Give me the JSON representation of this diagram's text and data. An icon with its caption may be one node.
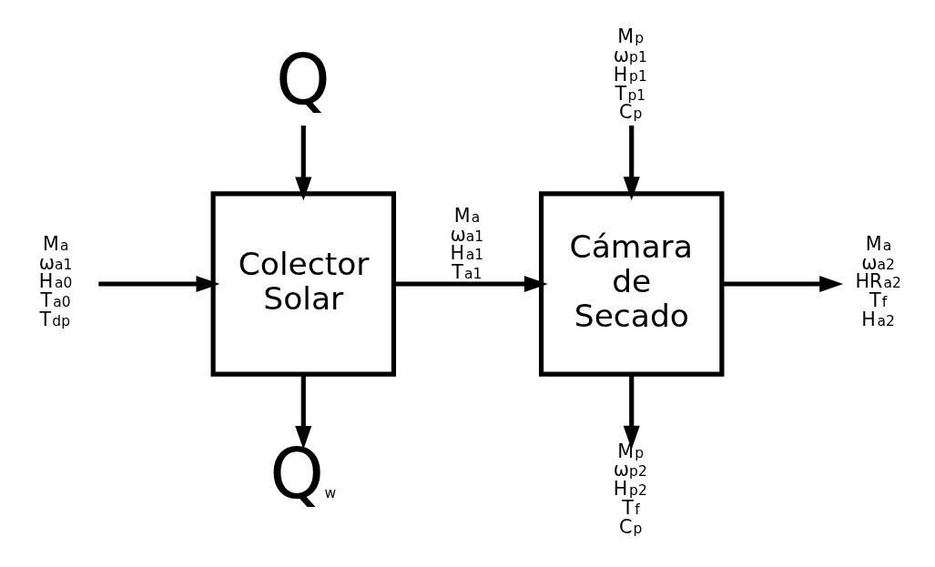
{
  "diagram": {
    "nodes": [
      {
        "text": [
          "Q"
        ]
      },
      {
        "text": [
          "Colector Solar"
        ]
      },
      {
        "text": [
          "Q$_{w}$"
        ]
      },
      {
        "text": [
          "M$_{a}$",
          "ω$_{a1}$",
          "H$_{a0}$",
          "T$_{a0}$",
          "T$_{dp}$"
        ]
      },
      {
        "text": [
          "Cámara de Secado"
        ]
      },
      {
        "text": [
          "M$_{p}$",
          "ω$_{p1}$",
          "H$_{p1}$",
          "T$_{p1}$",
          "C$_{p}$"
        ]
      },
      {
        "text": [
          "M$_{a}$",
          "ω$_{a2}$",
          "HR$_{a2}$",
          "T$_{f}$",
          "H$_{a2}$"
        ]
      },
      {
        "text": [
          "M$_{p}$",
          "ω$_{p2}$",
          "H$_{p2}$",
          "T$_{f}$",
          "C$_{p}$"
        ]
      }
    ],
    "edges": [
      {
        "from": 0,
        "to": 1,
        "arrow": "to"
      },
      {
        "from": 3,
        "to": 1,
        "arrow": "to"
      },
      {
        "from": 1,
        "to": 2,
        "arrow": "to"
      },
      {
        "from": 1,
        "to": 4,
        "arrow": "to",
        "label": "M$_{a}$ ω$_{a1}$ H$_{a1}$ T$_{a1}$"
      },
      {
        "from": 5,
        "to": 4,
        "arrow": "to"
      },
      {
        "from": 4,
        "to": 6,
        "arrow": "to"
      },
      {
        "from": 4,
        "to": 7,
        "arrow": "to"
      }
    ]
  }
}
